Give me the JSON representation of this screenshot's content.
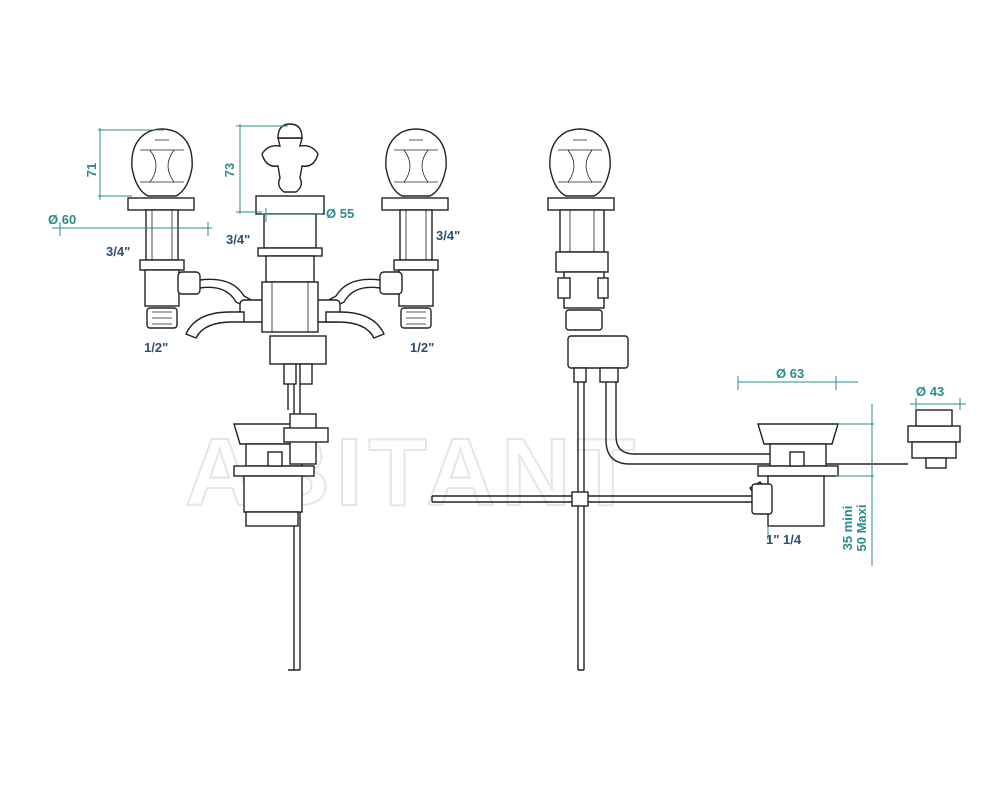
{
  "watermark": "ABITANT",
  "dimensions": {
    "knob_height": "71",
    "spout_knob_height": "73",
    "base_diameter": "Ø 60",
    "spout_diameter": "Ø 55",
    "waste_diameter": "Ø 63",
    "lever_diameter": "Ø 43",
    "waste_height": "35 mini",
    "waste_height_max": "50 Maxi"
  },
  "thread_labels": {
    "left_valve": "3/4\"",
    "center": "3/4\"",
    "right_valve": "3/4\"",
    "left_outlet": "1/2\"",
    "right_outlet": "1/2\"",
    "waste_outlet": "1\" 1/4"
  },
  "colors": {
    "dimension": "#2a8c8c",
    "label": "#2f4f6f",
    "line": "#222222"
  }
}
